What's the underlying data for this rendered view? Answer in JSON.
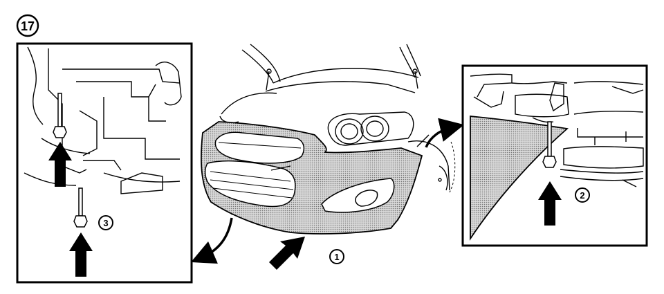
{
  "step_number": "17",
  "callouts": {
    "bumper_fascia": "1",
    "right_lower_bolt": "2",
    "left_lower_bolt": "3"
  },
  "colors": {
    "line": "#000000",
    "background": "#ffffff",
    "shaded_part": "#bdbdbd"
  }
}
